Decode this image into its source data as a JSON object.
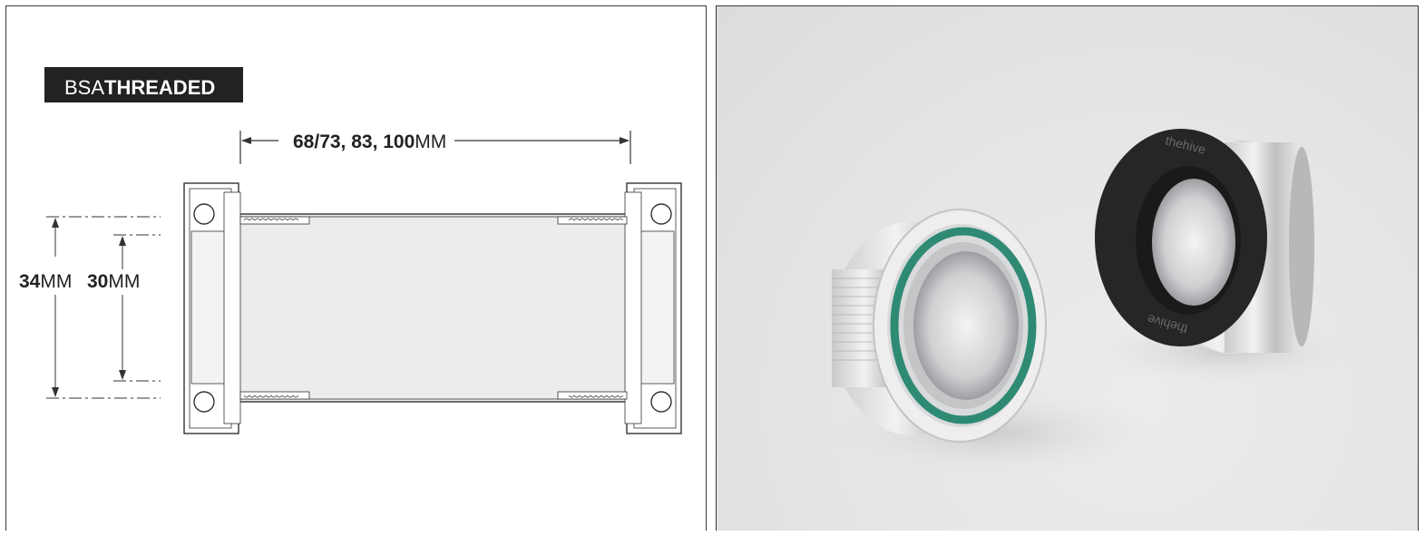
{
  "diagram": {
    "badge": {
      "prefix": "BSA",
      "bold": "THREADED"
    },
    "width_dim": {
      "values": "68/73, 83, 100",
      "unit": "MM"
    },
    "outer_dim": {
      "value": "34",
      "unit": "MM"
    },
    "inner_dim": {
      "value": "30",
      "unit": "MM"
    }
  },
  "photo": {
    "brand_text": "thehive",
    "colors": {
      "black_ring": "#262626",
      "seal_green": "#2f8a73",
      "aluminum": "#d7d8da",
      "background": "#e6e6e4"
    }
  }
}
